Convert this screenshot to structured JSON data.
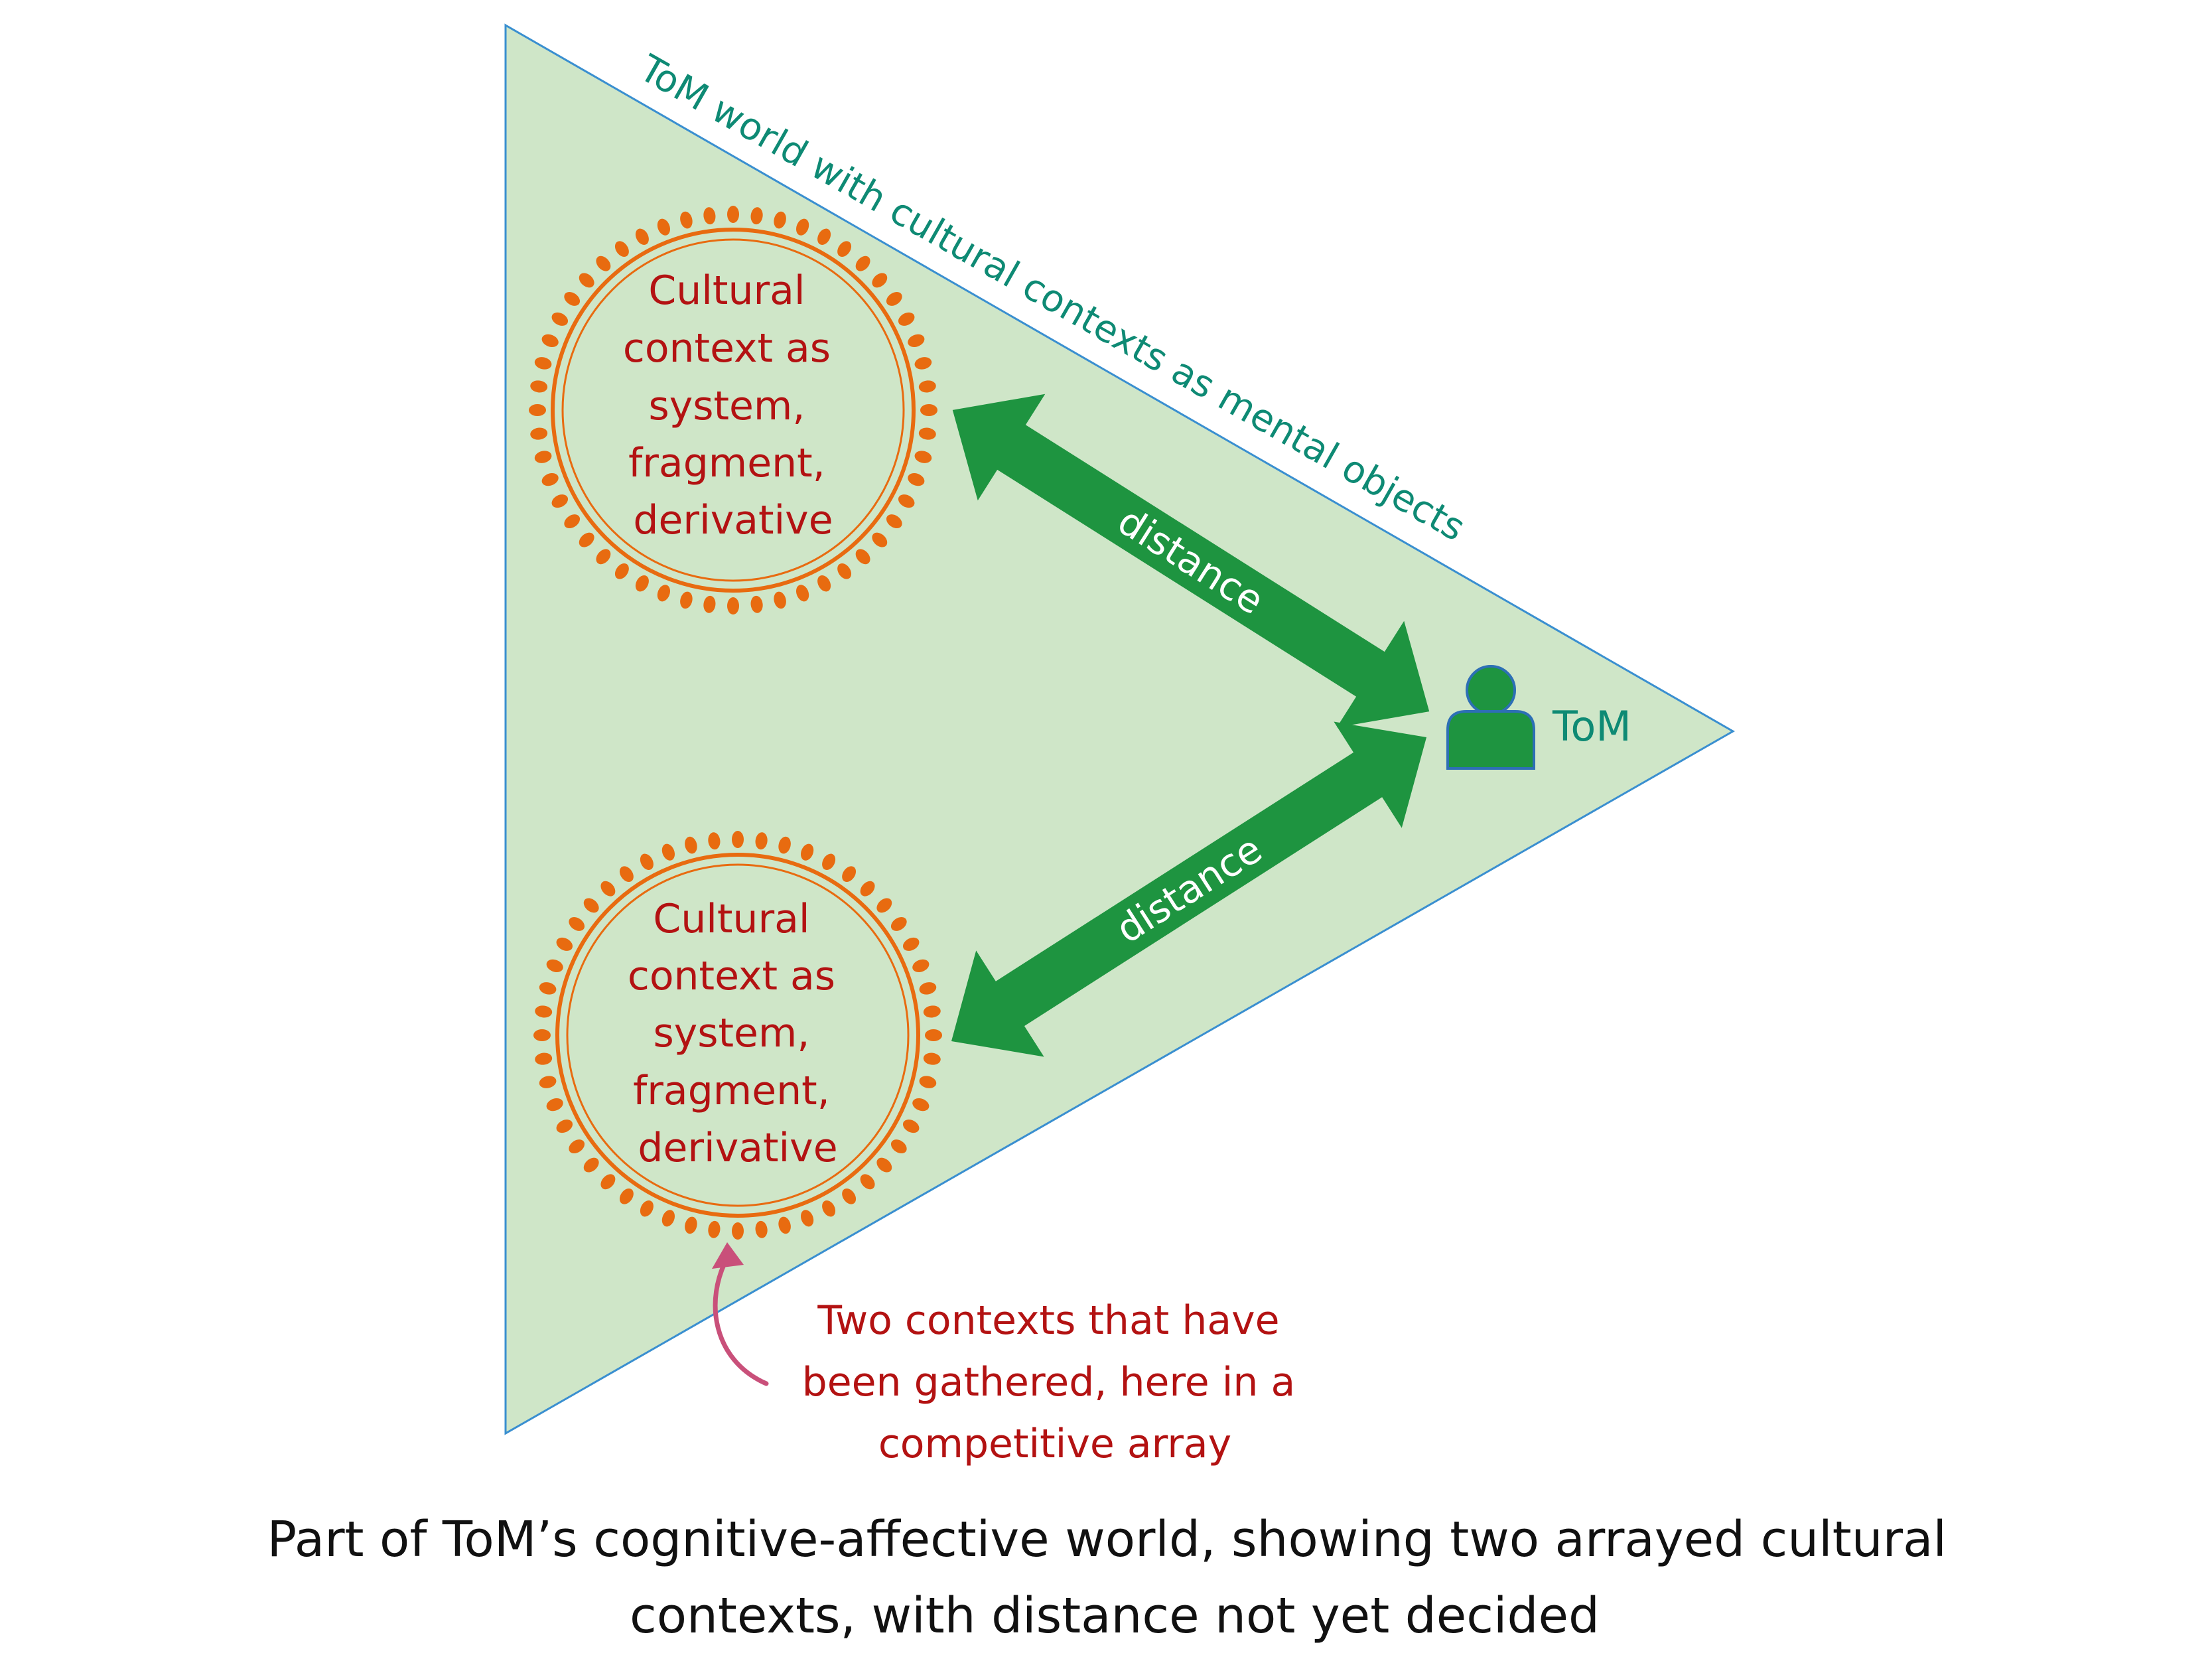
{
  "colors": {
    "triangle_fill": "#cfe6c8",
    "triangle_stroke": "#3a8fd0",
    "title_teal": "#0e8a74",
    "context_text": "#b31212",
    "ring_orange": "#e86b10",
    "arrow_green": "#1e9440",
    "annotation_arrow": "#c9507a",
    "caption_black": "#111111",
    "person_fill": "#1e9440",
    "person_stroke": "#2d6fb5"
  },
  "triangle_label": "ToM world with cultural contexts as mental objects",
  "contexts": [
    {
      "lines": [
        "Cultural",
        "context as",
        "system,",
        "fragment,",
        "derivative"
      ]
    },
    {
      "lines": [
        "Cultural",
        "context as",
        "system,",
        "fragment,",
        "derivative"
      ]
    }
  ],
  "arrows": [
    {
      "label": "distance"
    },
    {
      "label": "distance"
    }
  ],
  "person": {
    "icon": "person-icon",
    "label": "ToM"
  },
  "annotation": {
    "lines": [
      "Two contexts that have",
      "been gathered, here in a",
      "competitive array"
    ]
  },
  "caption": {
    "lines": [
      "Part of ToM’s cognitive-affective world, showing two arrayed cultural",
      "contexts, with distance not yet decided"
    ]
  }
}
